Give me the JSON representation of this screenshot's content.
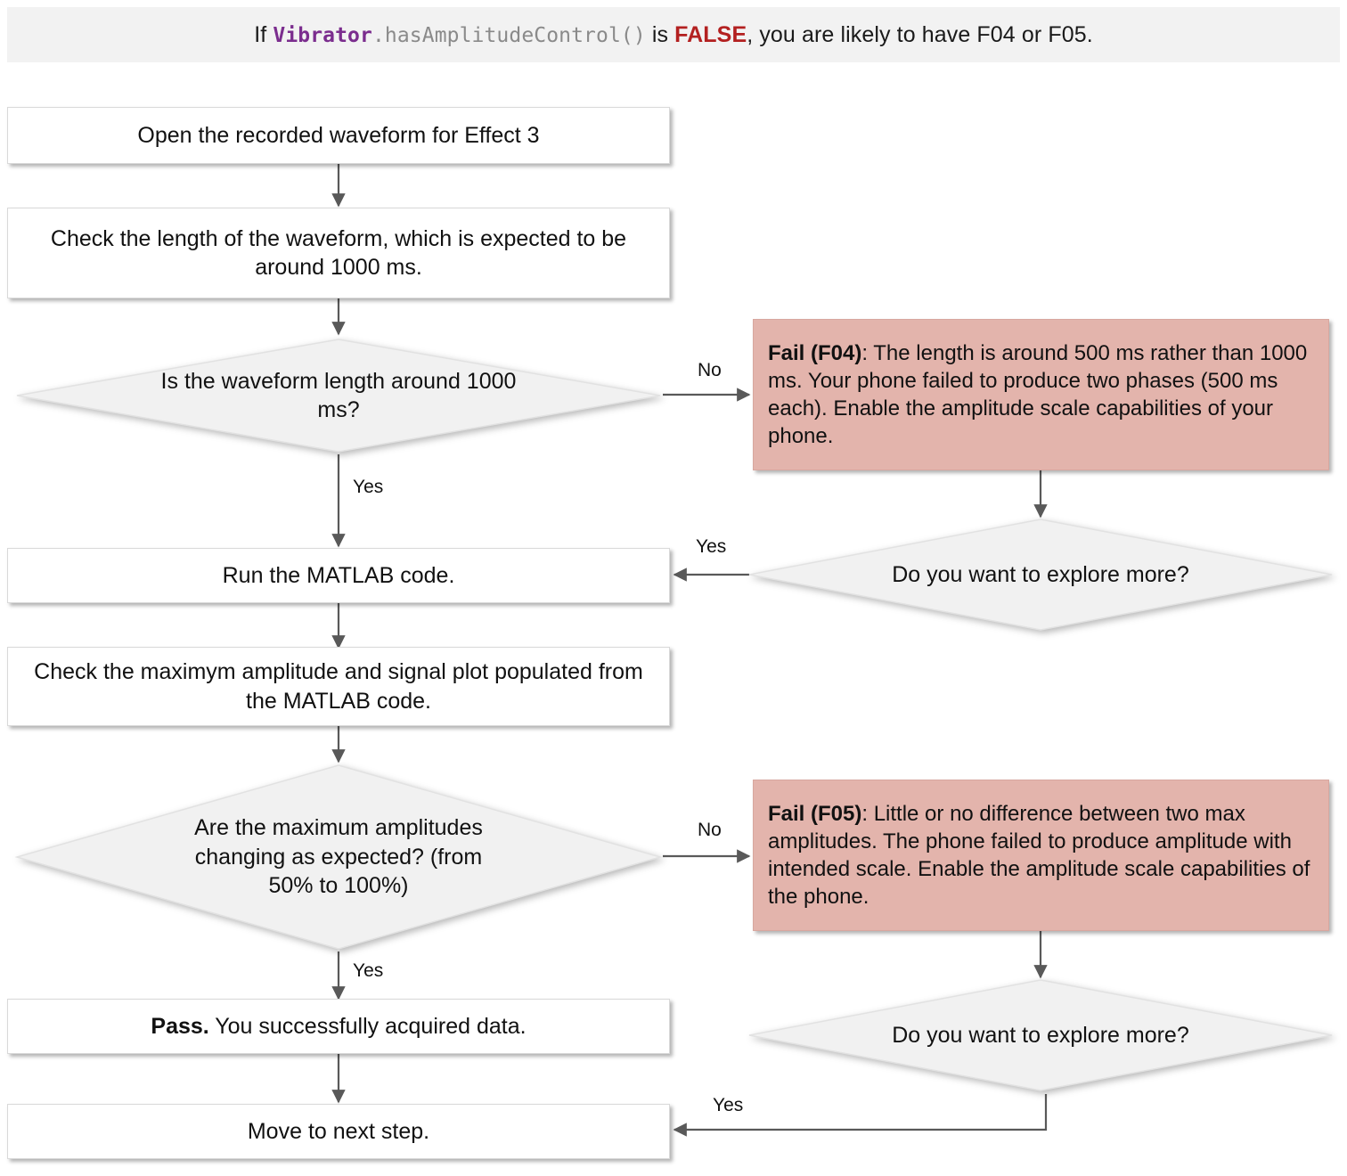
{
  "banner": {
    "prefix": "If ",
    "class_name": "Vibrator",
    "method": ".hasAmplitudeControl()",
    "mid": " is ",
    "keyword": "FALSE",
    "suffix": ", you are likely to have F04 or F05."
  },
  "nodes": {
    "open_waveform": "Open the recorded waveform for Effect 3",
    "check_length": "Check the length of the waveform, which is expected to be around 1000 ms.",
    "decision_length": "Is the waveform length around 1000 ms?",
    "fail_f04_bold": "Fail (F04)",
    "fail_f04_rest": ": The length is around 500 ms rather than 1000 ms. Your phone failed to produce two phases (500 ms each). Enable the amplitude scale capabilities of your phone.",
    "explore_more_top": "Do you want to explore more?",
    "run_matlab": "Run the MATLAB code.",
    "check_amplitude": "Check the maximym amplitude and signal plot populated from the MATLAB code.",
    "decision_amplitude": "Are the maximum amplitudes changing as expected? (from 50% to 100%)",
    "fail_f05_bold": "Fail (F05)",
    "fail_f05_rest": ": Little or no difference between two max amplitudes. The phone failed to produce amplitude with intended scale. Enable the amplitude scale capabilities of the phone.",
    "explore_more_bottom": "Do you want to explore more?",
    "pass_bold": "Pass.",
    "pass_rest": " You successfully acquired data.",
    "move_next": "Move to next step."
  },
  "edge_labels": {
    "length_no": "No",
    "length_yes": "Yes",
    "explore_top_yes": "Yes",
    "amplitude_no": "No",
    "amplitude_yes": "Yes",
    "explore_bottom_yes": "Yes"
  },
  "colors": {
    "banner_bg": "#f2f2f2",
    "process_bg": "#ffffff",
    "decision_bg": "#f1f1f1",
    "fail_bg": "#e3b4ac",
    "edge": "#595959",
    "class_purple": "#7b2d8e",
    "method_gray": "#8a8a8a",
    "false_red": "#b32020"
  }
}
